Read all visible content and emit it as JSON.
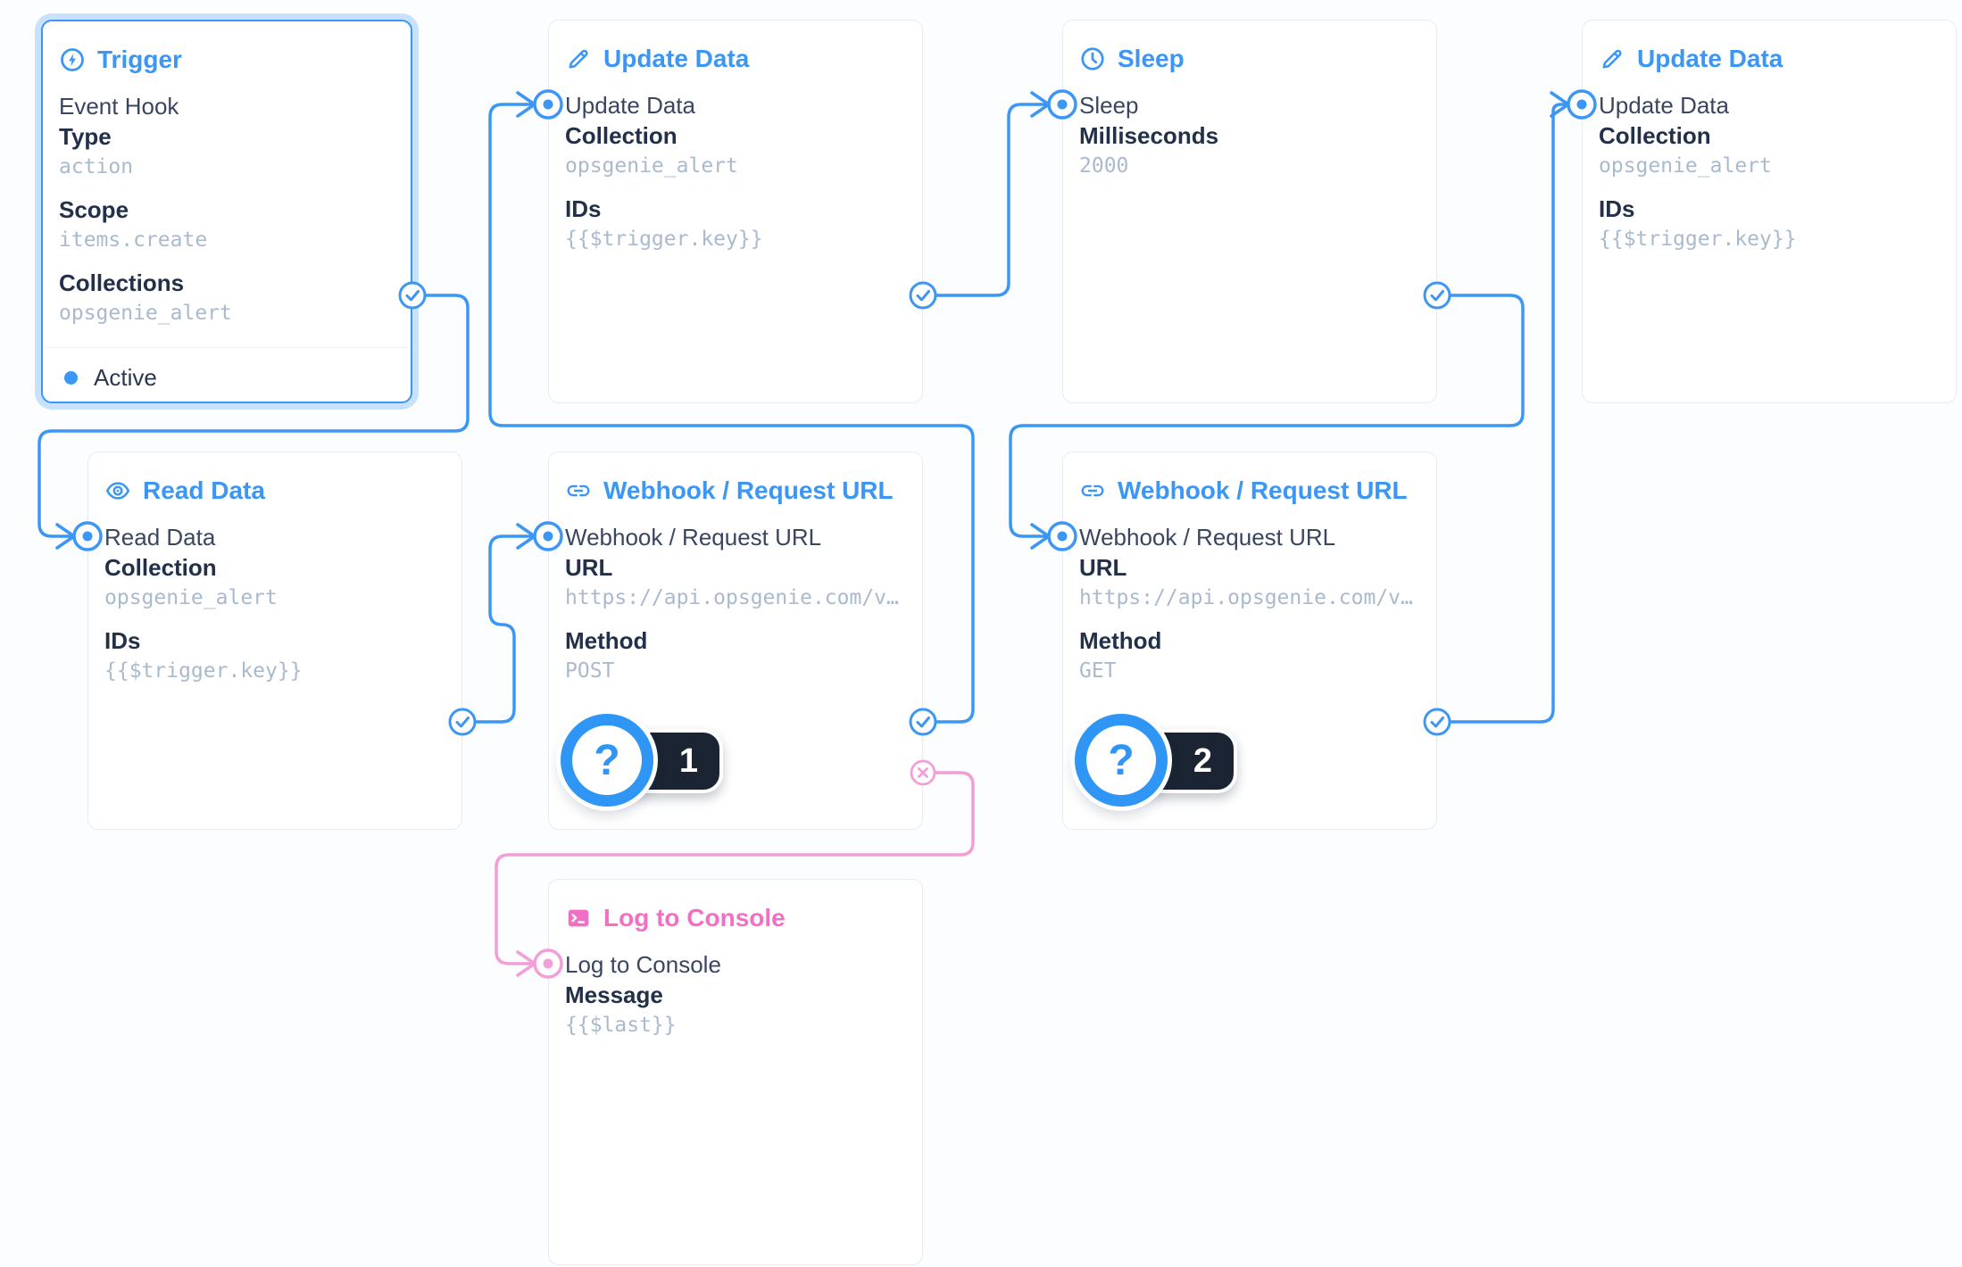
{
  "colors": {
    "primary": "#3b96f6",
    "pink_line": "#f29fd7",
    "pink_accent": "#f36fc4",
    "card_border": "#e7ecf3",
    "badge_bg": "#1a2433",
    "value_text": "#a9bace",
    "label_text": "#233049"
  },
  "badges": {
    "question_mark": "?"
  },
  "nodes": {
    "trigger": {
      "title": "Trigger",
      "icon": "bolt-circle-icon",
      "name": "Event Hook",
      "fields": [
        {
          "label": "Type",
          "value": "action"
        },
        {
          "label": "Scope",
          "value": "items.create"
        },
        {
          "label": "Collections",
          "value": "opsgenie_alert"
        }
      ],
      "status": "Active"
    },
    "update1": {
      "title": "Update Data",
      "icon": "pencil-icon",
      "name": "Update Data",
      "fields": [
        {
          "label": "Collection",
          "value": "opsgenie_alert"
        },
        {
          "label": "IDs",
          "value": "{{$trigger.key}}"
        }
      ]
    },
    "sleep": {
      "title": "Sleep",
      "icon": "clock-icon",
      "name": "Sleep",
      "fields": [
        {
          "label": "Milliseconds",
          "value": "2000"
        }
      ]
    },
    "update2": {
      "title": "Update Data",
      "icon": "pencil-icon",
      "name": "Update Data",
      "fields": [
        {
          "label": "Collection",
          "value": "opsgenie_alert"
        },
        {
          "label": "IDs",
          "value": "{{$trigger.key}}"
        }
      ]
    },
    "read": {
      "title": "Read Data",
      "icon": "eye-icon",
      "name": "Read Data",
      "fields": [
        {
          "label": "Collection",
          "value": "opsgenie_alert"
        },
        {
          "label": "IDs",
          "value": "{{$trigger.key}}"
        }
      ]
    },
    "webhook1": {
      "title": "Webhook / Request URL",
      "icon": "link-icon",
      "name": "Webhook / Request URL",
      "fields": [
        {
          "label": "URL",
          "value": "https://api.opsgenie.com/v…"
        },
        {
          "label": "Method",
          "value": "POST"
        }
      ],
      "badge": "1"
    },
    "webhook2": {
      "title": "Webhook / Request URL",
      "icon": "link-icon",
      "name": "Webhook / Request URL",
      "fields": [
        {
          "label": "URL",
          "value": "https://api.opsgenie.com/v…"
        },
        {
          "label": "Method",
          "value": "GET"
        }
      ],
      "badge": "2"
    },
    "log": {
      "title": "Log to Console",
      "icon": "terminal-icon",
      "name": "Log to Console",
      "fields": [
        {
          "label": "Message",
          "value": "{{$last}}"
        }
      ]
    }
  },
  "connections": [
    {
      "from": "trigger",
      "port": "resolve",
      "to": "read"
    },
    {
      "from": "read",
      "port": "resolve",
      "to": "webhook1"
    },
    {
      "from": "webhook1",
      "port": "resolve",
      "to": "update1"
    },
    {
      "from": "update1",
      "port": "resolve",
      "to": "sleep"
    },
    {
      "from": "sleep",
      "port": "resolve",
      "to": "webhook2"
    },
    {
      "from": "webhook2",
      "port": "resolve",
      "to": "update2"
    },
    {
      "from": "webhook1",
      "port": "reject",
      "to": "log"
    }
  ]
}
